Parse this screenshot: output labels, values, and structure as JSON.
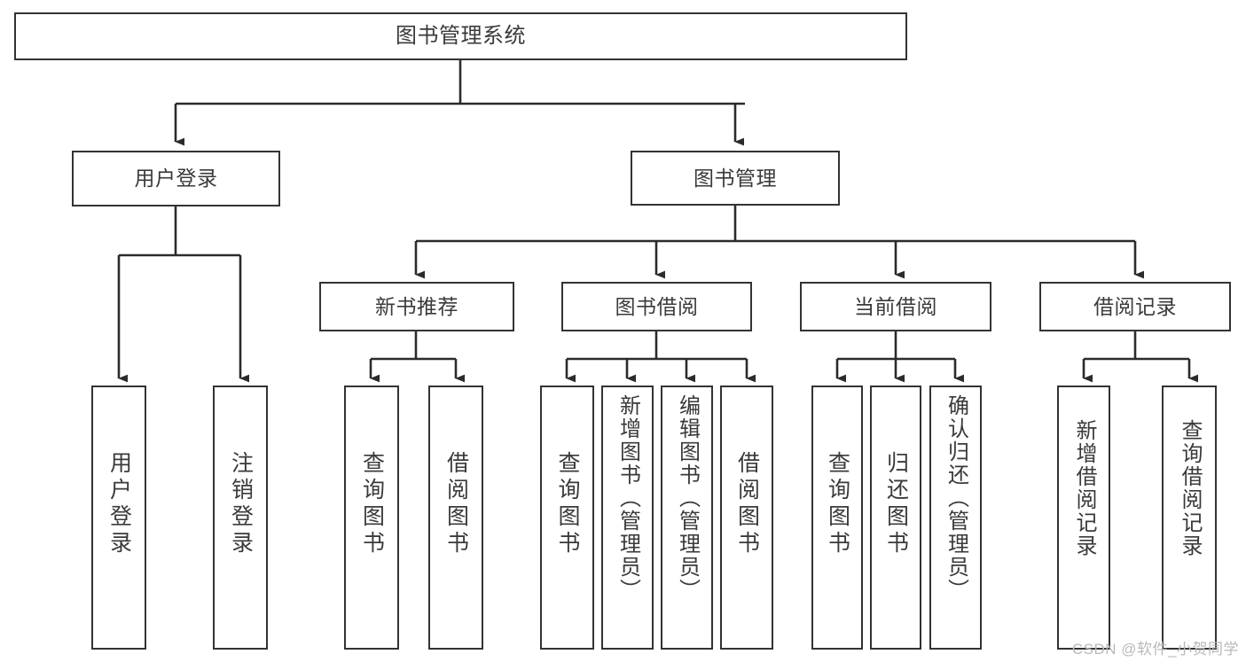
{
  "diagram": {
    "title": "图书管理系统",
    "type": "tree",
    "root": {
      "id": "root",
      "label": "图书管理系统",
      "orientation": "horizontal"
    },
    "level2": [
      {
        "id": "user-login",
        "label": "用户登录",
        "orientation": "horizontal"
      },
      {
        "id": "book-management",
        "label": "图书管理",
        "orientation": "horizontal"
      }
    ],
    "level3": [
      {
        "id": "new-book-recommend",
        "label": "新书推荐",
        "orientation": "horizontal",
        "parent": "book-management"
      },
      {
        "id": "book-borrow",
        "label": "图书借阅",
        "orientation": "horizontal",
        "parent": "book-management"
      },
      {
        "id": "current-borrow",
        "label": "当前借阅",
        "orientation": "horizontal",
        "parent": "book-management"
      },
      {
        "id": "borrow-record",
        "label": "借阅记录",
        "orientation": "horizontal",
        "parent": "book-management"
      }
    ],
    "leaves": [
      {
        "id": "leaf-user-login",
        "label": "用户登录",
        "parent": "user-login",
        "orientation": "vertical"
      },
      {
        "id": "leaf-user-logout",
        "label": "注销登录",
        "parent": "user-login",
        "orientation": "vertical"
      },
      {
        "id": "leaf-query-book-rec",
        "label": "查询图书",
        "parent": "new-book-recommend",
        "orientation": "vertical"
      },
      {
        "id": "leaf-borrow-book-rec",
        "label": "借阅图书",
        "parent": "new-book-recommend",
        "orientation": "vertical"
      },
      {
        "id": "leaf-query-book-borrow",
        "label": "查询图书",
        "parent": "book-borrow",
        "orientation": "vertical"
      },
      {
        "id": "leaf-add-book-admin",
        "label": "新增图书（管理员）",
        "parent": "book-borrow",
        "orientation": "vertical"
      },
      {
        "id": "leaf-edit-book-admin",
        "label": "编辑图书（管理员）",
        "parent": "book-borrow",
        "orientation": "vertical"
      },
      {
        "id": "leaf-borrow-book",
        "label": "借阅图书",
        "parent": "book-borrow",
        "orientation": "vertical"
      },
      {
        "id": "leaf-query-book-current",
        "label": "查询图书",
        "parent": "current-borrow",
        "orientation": "vertical"
      },
      {
        "id": "leaf-return-book",
        "label": "归还图书",
        "parent": "current-borrow",
        "orientation": "vertical"
      },
      {
        "id": "leaf-confirm-return-admin",
        "label": "确认归还（管理员）",
        "parent": "current-borrow",
        "orientation": "vertical"
      },
      {
        "id": "leaf-add-borrow-record",
        "label": "新增借阅记录",
        "parent": "borrow-record",
        "orientation": "vertical"
      },
      {
        "id": "leaf-query-borrow-record",
        "label": "查询借阅记录",
        "parent": "borrow-record",
        "orientation": "vertical"
      }
    ],
    "colors": {
      "box_border": "#333333",
      "box_fill": "#ffffff",
      "text": "#3a3a3a",
      "connector": "#2b2b2b",
      "watermark": "#b9b9b9",
      "background": "#ffffff"
    }
  },
  "watermark": {
    "text": "CSDN @软件_小贺同学"
  }
}
